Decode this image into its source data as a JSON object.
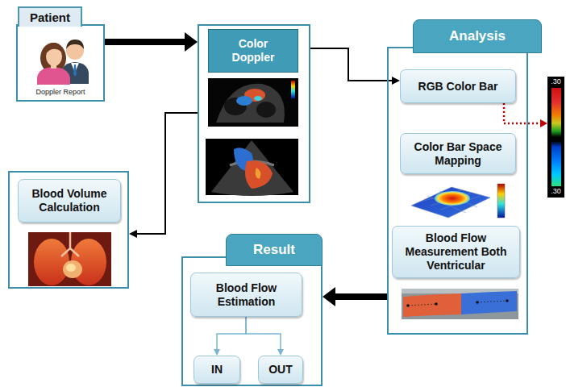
{
  "diagram": {
    "nodes": [
      {
        "text": [
          "Patient",
          "Doppler Report"
        ]
      },
      {
        "text": [
          "Color Doppler"
        ]
      },
      {
        "text": [
          "Analysis"
        ]
      },
      {
        "text": [
          "RGB Color Bar"
        ],
        "in": 2
      },
      {
        "text": [
          "Color Bar Space Mapping"
        ],
        "in": 2
      },
      {
        "text": [
          "Blood Flow Measurement Both Ventricular"
        ],
        "in": 2
      },
      {
        "text": [
          ".30",
          ".30"
        ]
      },
      {
        "text": [
          "Blood Volume Calculation"
        ]
      },
      {
        "text": [
          "Result"
        ]
      },
      {
        "text": [
          "Blood Flow Estimation"
        ],
        "in": 8
      },
      {
        "text": [
          "IN"
        ],
        "in": 8
      },
      {
        "text": [
          "OUT"
        ],
        "in": 8
      }
    ],
    "edges": [
      {
        "from": 0,
        "to": 1,
        "arrow": "to"
      },
      {
        "from": 1,
        "to": 3,
        "arrow": "to"
      },
      {
        "from": 3,
        "to": 6,
        "arrow": "to"
      },
      {
        "from": 1,
        "to": 7,
        "arrow": "to"
      },
      {
        "from": 2,
        "to": 8,
        "arrow": "to"
      },
      {
        "from": 9,
        "to": 10,
        "arrow": "to"
      },
      {
        "from": 9,
        "to": 11,
        "arrow": "to"
      }
    ]
  }
}
